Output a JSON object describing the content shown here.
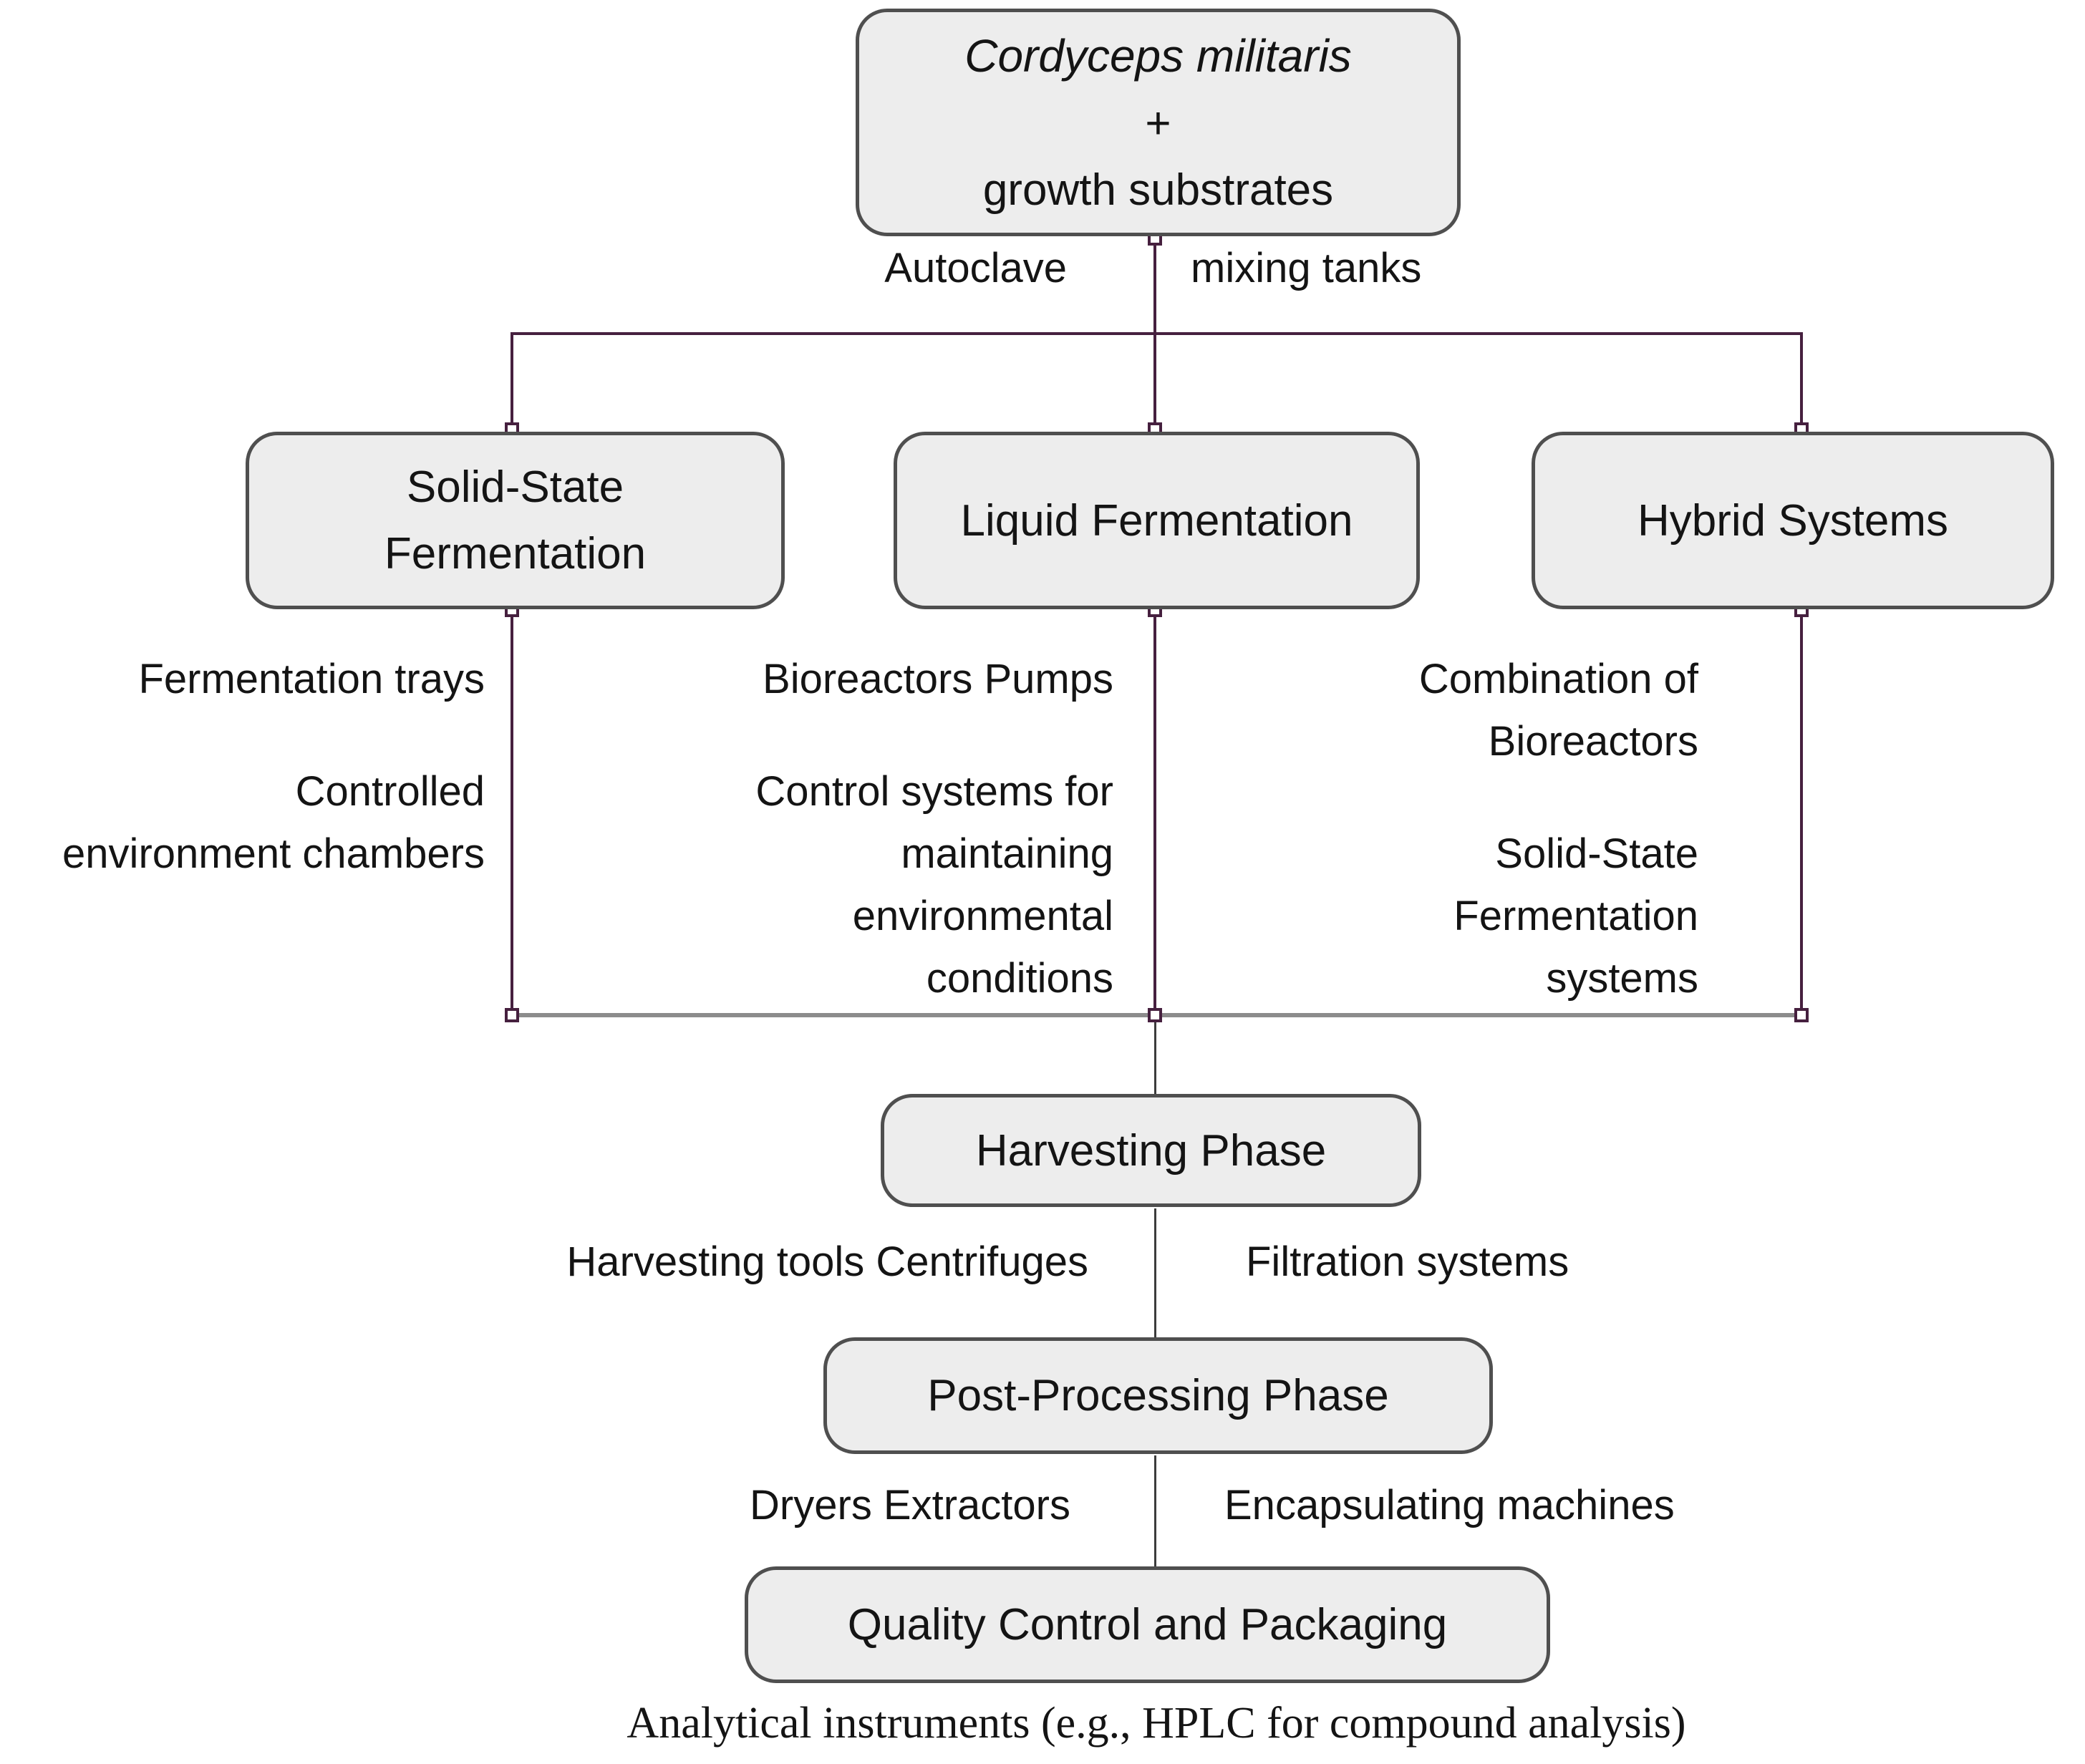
{
  "title_box": {
    "species": "Cordyceps militaris",
    "plus": "+",
    "substrates": "growth substrates"
  },
  "edge_labels": {
    "autoclave": "Autoclave",
    "mixing_tanks": "mixing tanks",
    "harvesting_tools": "Harvesting tools Centrifuges",
    "filtration": "Filtration systems",
    "dryers": "Dryers Extractors",
    "encapsulating": "Encapsulating machines"
  },
  "branch_boxes": {
    "solid": {
      "lines": [
        "Solid-State",
        "Fermentation"
      ]
    },
    "liquid": {
      "label": "Liquid Fermentation"
    },
    "hybrid": {
      "label": "Hybrid Systems"
    }
  },
  "annotations": {
    "solid": {
      "group1": [
        "Fermentation trays"
      ],
      "group2": [
        "Controlled",
        "environment chambers"
      ]
    },
    "liquid": {
      "group1": [
        "Bioreactors Pumps"
      ],
      "group2": [
        "Control systems for",
        "maintaining",
        "environmental",
        "conditions"
      ]
    },
    "hybrid": {
      "group1": [
        "Combination of",
        "Bioreactors"
      ],
      "group2": [
        "Solid-State",
        "Fermentation",
        "systems"
      ]
    }
  },
  "phase_boxes": {
    "harvesting": "Harvesting Phase",
    "post_processing": "Post-Processing Phase",
    "quality": "Quality Control and Packaging"
  },
  "footer": "Analytical instruments (e.g., HPLC for compound analysis)",
  "colors": {
    "connector_purple": "#46203f",
    "merge_line_gray": "#8c8c8c",
    "phase_line_dark": "#3c3c3c",
    "box_fill": "#ededed",
    "box_border": "#4f4f4f",
    "text": "#141414"
  }
}
